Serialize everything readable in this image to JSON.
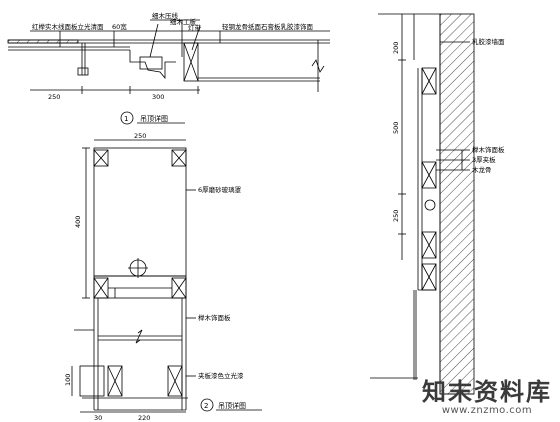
{
  "detail1": {
    "notes": {
      "cornice_note": "红榉实木线面板立光清面",
      "dim_60": "60宽",
      "batten": "细木压线",
      "carving": "细木工板",
      "strip": "灯带",
      "gypsum_note": "轻钢龙骨纸面石膏板乳胶漆饰面"
    },
    "dims": {
      "d_250": "250",
      "d_300": "300"
    },
    "caption_num": "1",
    "caption": "吊顶详图"
  },
  "detail2": {
    "dims": {
      "top": "250",
      "height": "400",
      "bottom": "220",
      "side": "30",
      "low": "100"
    },
    "notes": {
      "mesh": "6厚磨砂玻璃罩",
      "panel": "榉木饰面板",
      "lamp": "夹板漆色立光漆"
    },
    "caption_num": "2",
    "caption": "吊顶详图"
  },
  "detail3": {
    "notes": {
      "wall": "乳胶漆墙面",
      "veneer": "榉木饰面板",
      "batten": "3厚夹板",
      "frame": "木龙骨"
    },
    "dims": {
      "top": "200",
      "mid": "500",
      "low": "250"
    }
  },
  "watermark": {
    "main": "知末资料库",
    "sub": "www.znzmo.com"
  }
}
